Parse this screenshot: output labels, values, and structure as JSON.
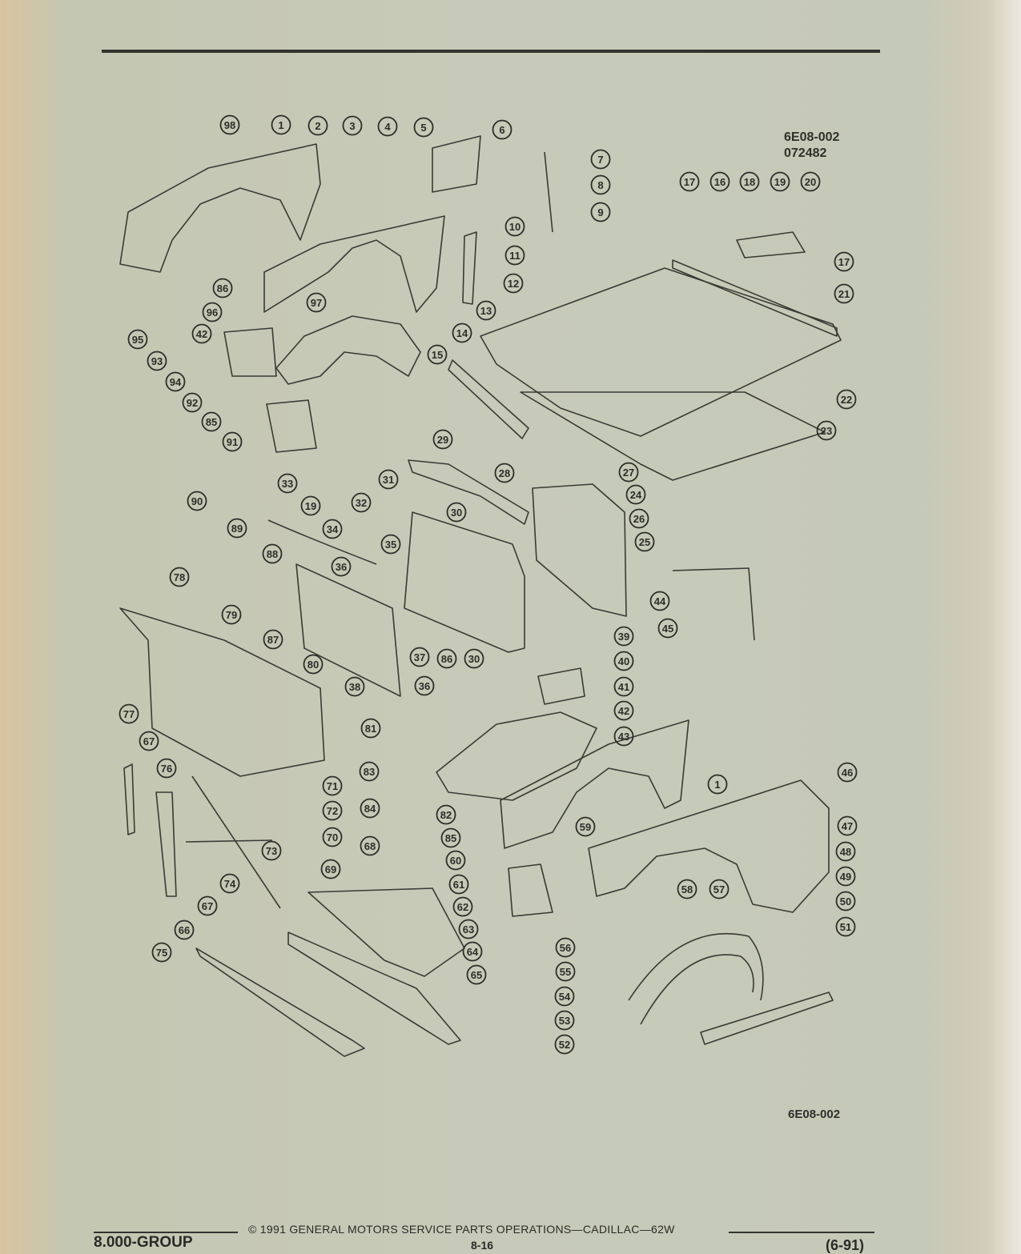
{
  "figure": {
    "code": "6E08-002",
    "date_code": "072482",
    "bottom_code": "6E08-002"
  },
  "callouts": [
    "98",
    "1",
    "2",
    "3",
    "4",
    "5",
    "6",
    "7",
    "8",
    "9",
    "17",
    "16",
    "18",
    "19",
    "20",
    "10",
    "11",
    "12",
    "13",
    "17",
    "21",
    "14",
    "15",
    "22",
    "23",
    "86",
    "96",
    "42",
    "97",
    "95",
    "93",
    "94",
    "92",
    "85",
    "91",
    "29",
    "28",
    "27",
    "24",
    "31",
    "33",
    "32",
    "30",
    "26",
    "25",
    "90",
    "19",
    "34",
    "35",
    "89",
    "88",
    "36",
    "44",
    "45",
    "78",
    "79",
    "87",
    "37",
    "86",
    "30",
    "39",
    "40",
    "41",
    "80",
    "38",
    "36",
    "77",
    "81",
    "42",
    "43",
    "67",
    "83",
    "76",
    "71",
    "72",
    "84",
    "82",
    "46",
    "1",
    "47",
    "70",
    "73",
    "69",
    "85",
    "59",
    "48",
    "60",
    "49",
    "74",
    "68",
    "61",
    "58",
    "57",
    "50",
    "51",
    "62",
    "63",
    "56",
    "75",
    "67",
    "66",
    "64",
    "55",
    "65",
    "54",
    "53",
    "52"
  ],
  "footer": {
    "group": "8.000-GROUP",
    "copyright": "© 1991 GENERAL MOTORS SERVICE PARTS OPERATIONS—CADILLAC—62W",
    "page": "8-16",
    "date": "(6-91)"
  }
}
